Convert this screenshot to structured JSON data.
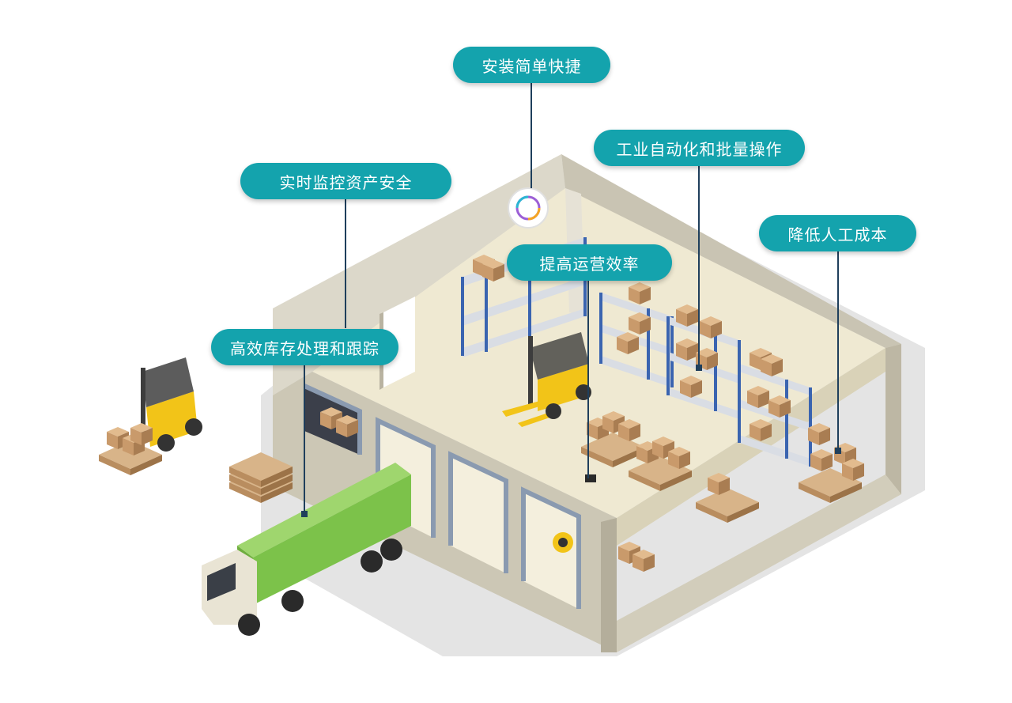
{
  "callouts": {
    "install": "安装简单快捷",
    "monitor": "实时监控资产安全",
    "automation": "工业自动化和批量操作",
    "cost": "降低人工成本",
    "efficiency": "提高运营效率",
    "inventory": "高效库存处理和跟踪"
  },
  "colors": {
    "callout_bg": "#14a3ad",
    "leader_line": "#1f3f5c",
    "wall": "#d6d2c4",
    "floor": "#efe9d2",
    "truck_cargo": "#7cc24a",
    "forklift": "#f2c418",
    "box": "#c99a6b",
    "rack": "#3a64b0"
  },
  "icons": [
    "ceiling-sensor-icon",
    "forklift-icon",
    "truck-icon",
    "storage-rack-icon",
    "cardboard-box-icon",
    "pallet-icon"
  ]
}
